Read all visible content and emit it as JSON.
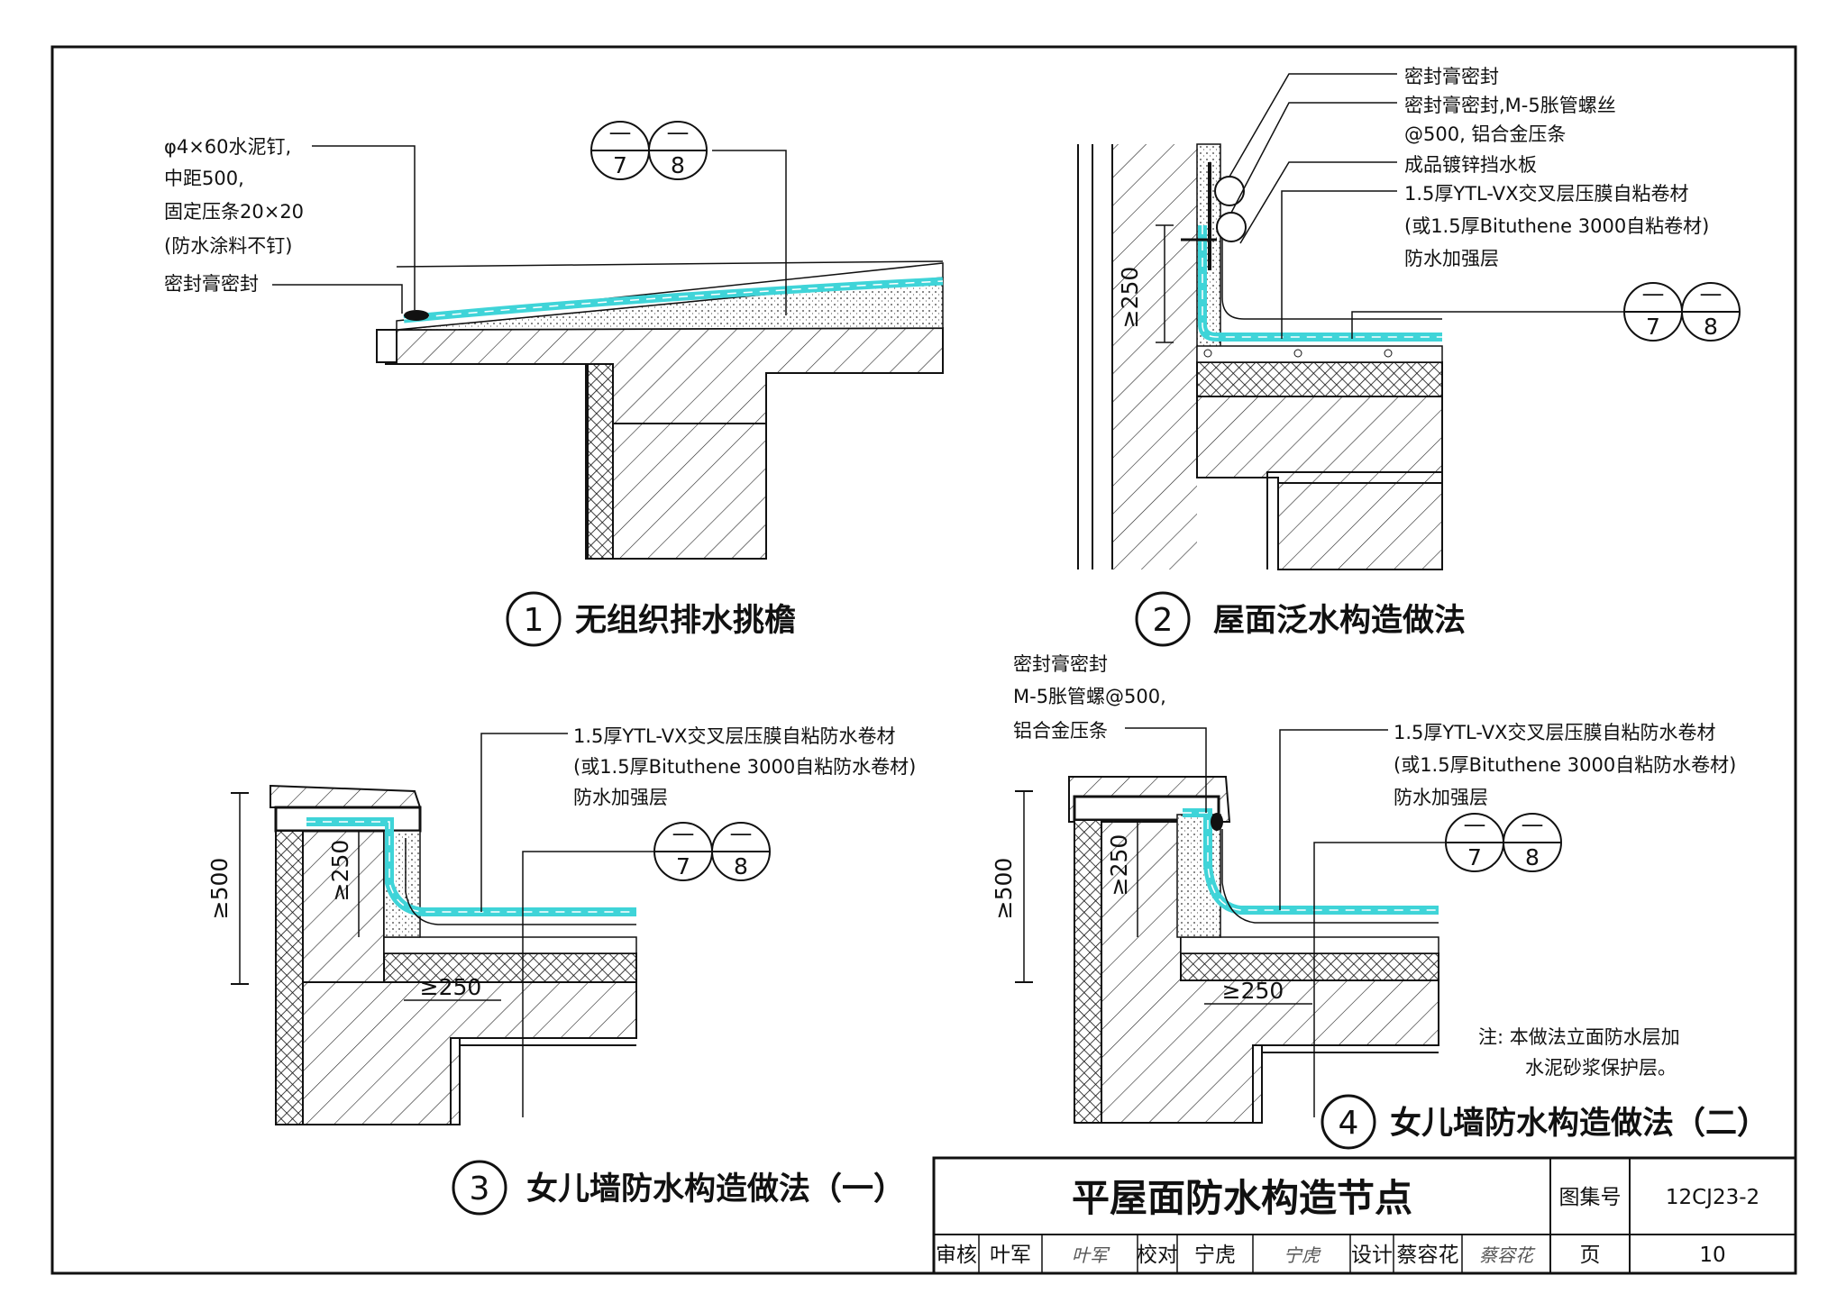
{
  "details": {
    "d1": {
      "number": "1",
      "title": "无组织排水挑檐",
      "notes": [
        "φ4×60水泥钉,",
        "中距500,",
        "固定压条20×20",
        "(防水涂料不钉)",
        "密封膏密封"
      ],
      "ref": {
        "top1": "—",
        "bottom1": "7",
        "top2": "—",
        "bottom2": "8"
      }
    },
    "d2": {
      "number": "2",
      "title": "屋面泛水构造做法",
      "notes": [
        "密封膏密封",
        "密封膏密封,M-5胀管螺丝",
        "@500, 铝合金压条",
        "成品镀锌挡水板",
        "1.5厚YTL-VX交叉层压膜自粘卷材",
        "(或1.5厚Bituthene 3000自粘卷材)",
        "防水加强层"
      ],
      "dim": "≥250",
      "ref": {
        "top1": "—",
        "bottom1": "7",
        "top2": "—",
        "bottom2": "8"
      }
    },
    "d3": {
      "number": "3",
      "title": "女儿墙防水构造做法（一）",
      "notes": [
        "1.5厚YTL-VX交叉层压膜自粘防水卷材",
        "(或1.5厚Bituthene 3000自粘防水卷材)",
        "防水加强层"
      ],
      "dims": [
        "≥500",
        "≥250",
        "≥250"
      ],
      "ref": {
        "top1": "—",
        "bottom1": "7",
        "top2": "—",
        "bottom2": "8"
      }
    },
    "d4": {
      "number": "4",
      "title": "女儿墙防水构造做法（二）",
      "notes_left": [
        "密封膏密封",
        "M-5胀管螺@500,",
        "铝合金压条"
      ],
      "notes": [
        "1.5厚YTL-VX交叉层压膜自粘防水卷材",
        "(或1.5厚Bituthene 3000自粘防水卷材)",
        "防水加强层"
      ],
      "dims": [
        "≥500",
        "≥250",
        "≥250"
      ],
      "ref": {
        "top1": "—",
        "bottom1": "7",
        "top2": "—",
        "bottom2": "8"
      },
      "footnote": [
        "注: 本做法立面防水层加",
        "水泥砂浆保护层。"
      ]
    }
  },
  "title_block": {
    "title": "平屋面防水构造节点",
    "atlas_label": "图集号",
    "atlas_no": "12CJ23-2",
    "review_label": "审核",
    "reviewer": "叶军",
    "reviewer_sig": "叶军",
    "check_label": "校对",
    "checker": "宁虎",
    "checker_sig": "宁虎",
    "design_label": "设计",
    "designer": "蔡容花",
    "designer_sig": "蔡容花",
    "page_label": "页",
    "page_no": "10"
  },
  "colors": {
    "membrane": "#3fd4d8",
    "line": "#111111"
  }
}
